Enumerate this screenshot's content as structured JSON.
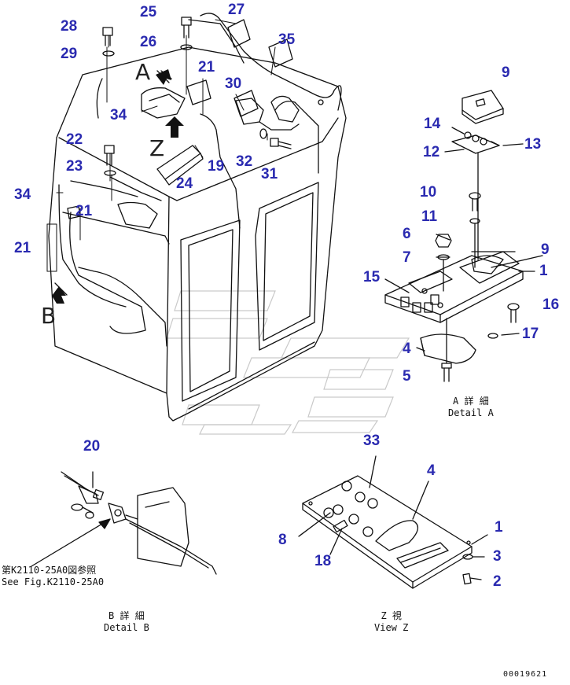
{
  "callouts": {
    "c1a": "1",
    "c1b": "1",
    "c2": "2",
    "c3": "3",
    "c4a": "4",
    "c4b": "4",
    "c5": "5",
    "c6": "6",
    "c7": "7",
    "c8": "8",
    "c9a": "9",
    "c9b": "9",
    "c10": "10",
    "c11": "11",
    "c12": "12",
    "c13": "13",
    "c14": "14",
    "c15": "15",
    "c16": "16",
    "c17": "17",
    "c18": "18",
    "c19": "19",
    "c20": "20",
    "c21a": "21",
    "c21b": "21",
    "c21c": "21",
    "c22": "22",
    "c23": "23",
    "c24": "24",
    "c25": "25",
    "c26": "26",
    "c27": "27",
    "c28": "28",
    "c29": "29",
    "c30": "30",
    "c31": "31",
    "c32": "32",
    "c33": "33",
    "c34a": "34",
    "c34b": "34",
    "c35": "35"
  },
  "view_letters": {
    "a": "A",
    "b": "B",
    "z": "Z"
  },
  "captions": {
    "detail_a_jp": "A 詳 細",
    "detail_a_en": "Detail A",
    "detail_b_jp": "B 詳 細",
    "detail_b_en": "Detail B",
    "view_z_jp": "Z   視",
    "view_z_en": "View Z",
    "see_fig_jp": "第K2110-25A0図参照",
    "see_fig_en": "See Fig.K2110-25A0"
  },
  "doc_id": "00019621",
  "colors": {
    "callout": "#2a2ab0",
    "line": "#111111",
    "watermark": "#c8c8c8"
  }
}
